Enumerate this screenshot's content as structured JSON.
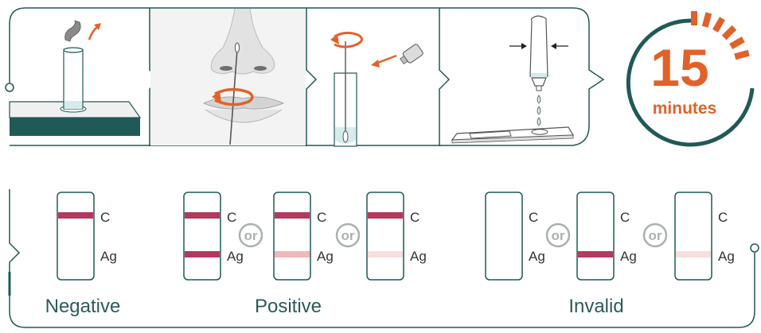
{
  "colors": {
    "teal": "#1f5a56",
    "orange": "#e0622a",
    "line_strong": "#b5395f",
    "line_mid": "#f1b7b8",
    "line_faint": "#f8dede",
    "or_badge": "#a9b2b1",
    "label": "#2e5a5a"
  },
  "timer": {
    "number": "15",
    "unit": "minutes"
  },
  "steps": [
    {
      "icon": "open-tube-icon"
    },
    {
      "icon": "nasal-swab-icon"
    },
    {
      "icon": "swirl-swab-in-tube-icon"
    },
    {
      "icon": "drop-on-cassette-icon"
    }
  ],
  "strip_labels": {
    "control": "C",
    "antigen": "Ag"
  },
  "or_label": "or",
  "results": {
    "negative": "Negative",
    "positive": "Positive",
    "invalid": "Invalid"
  }
}
